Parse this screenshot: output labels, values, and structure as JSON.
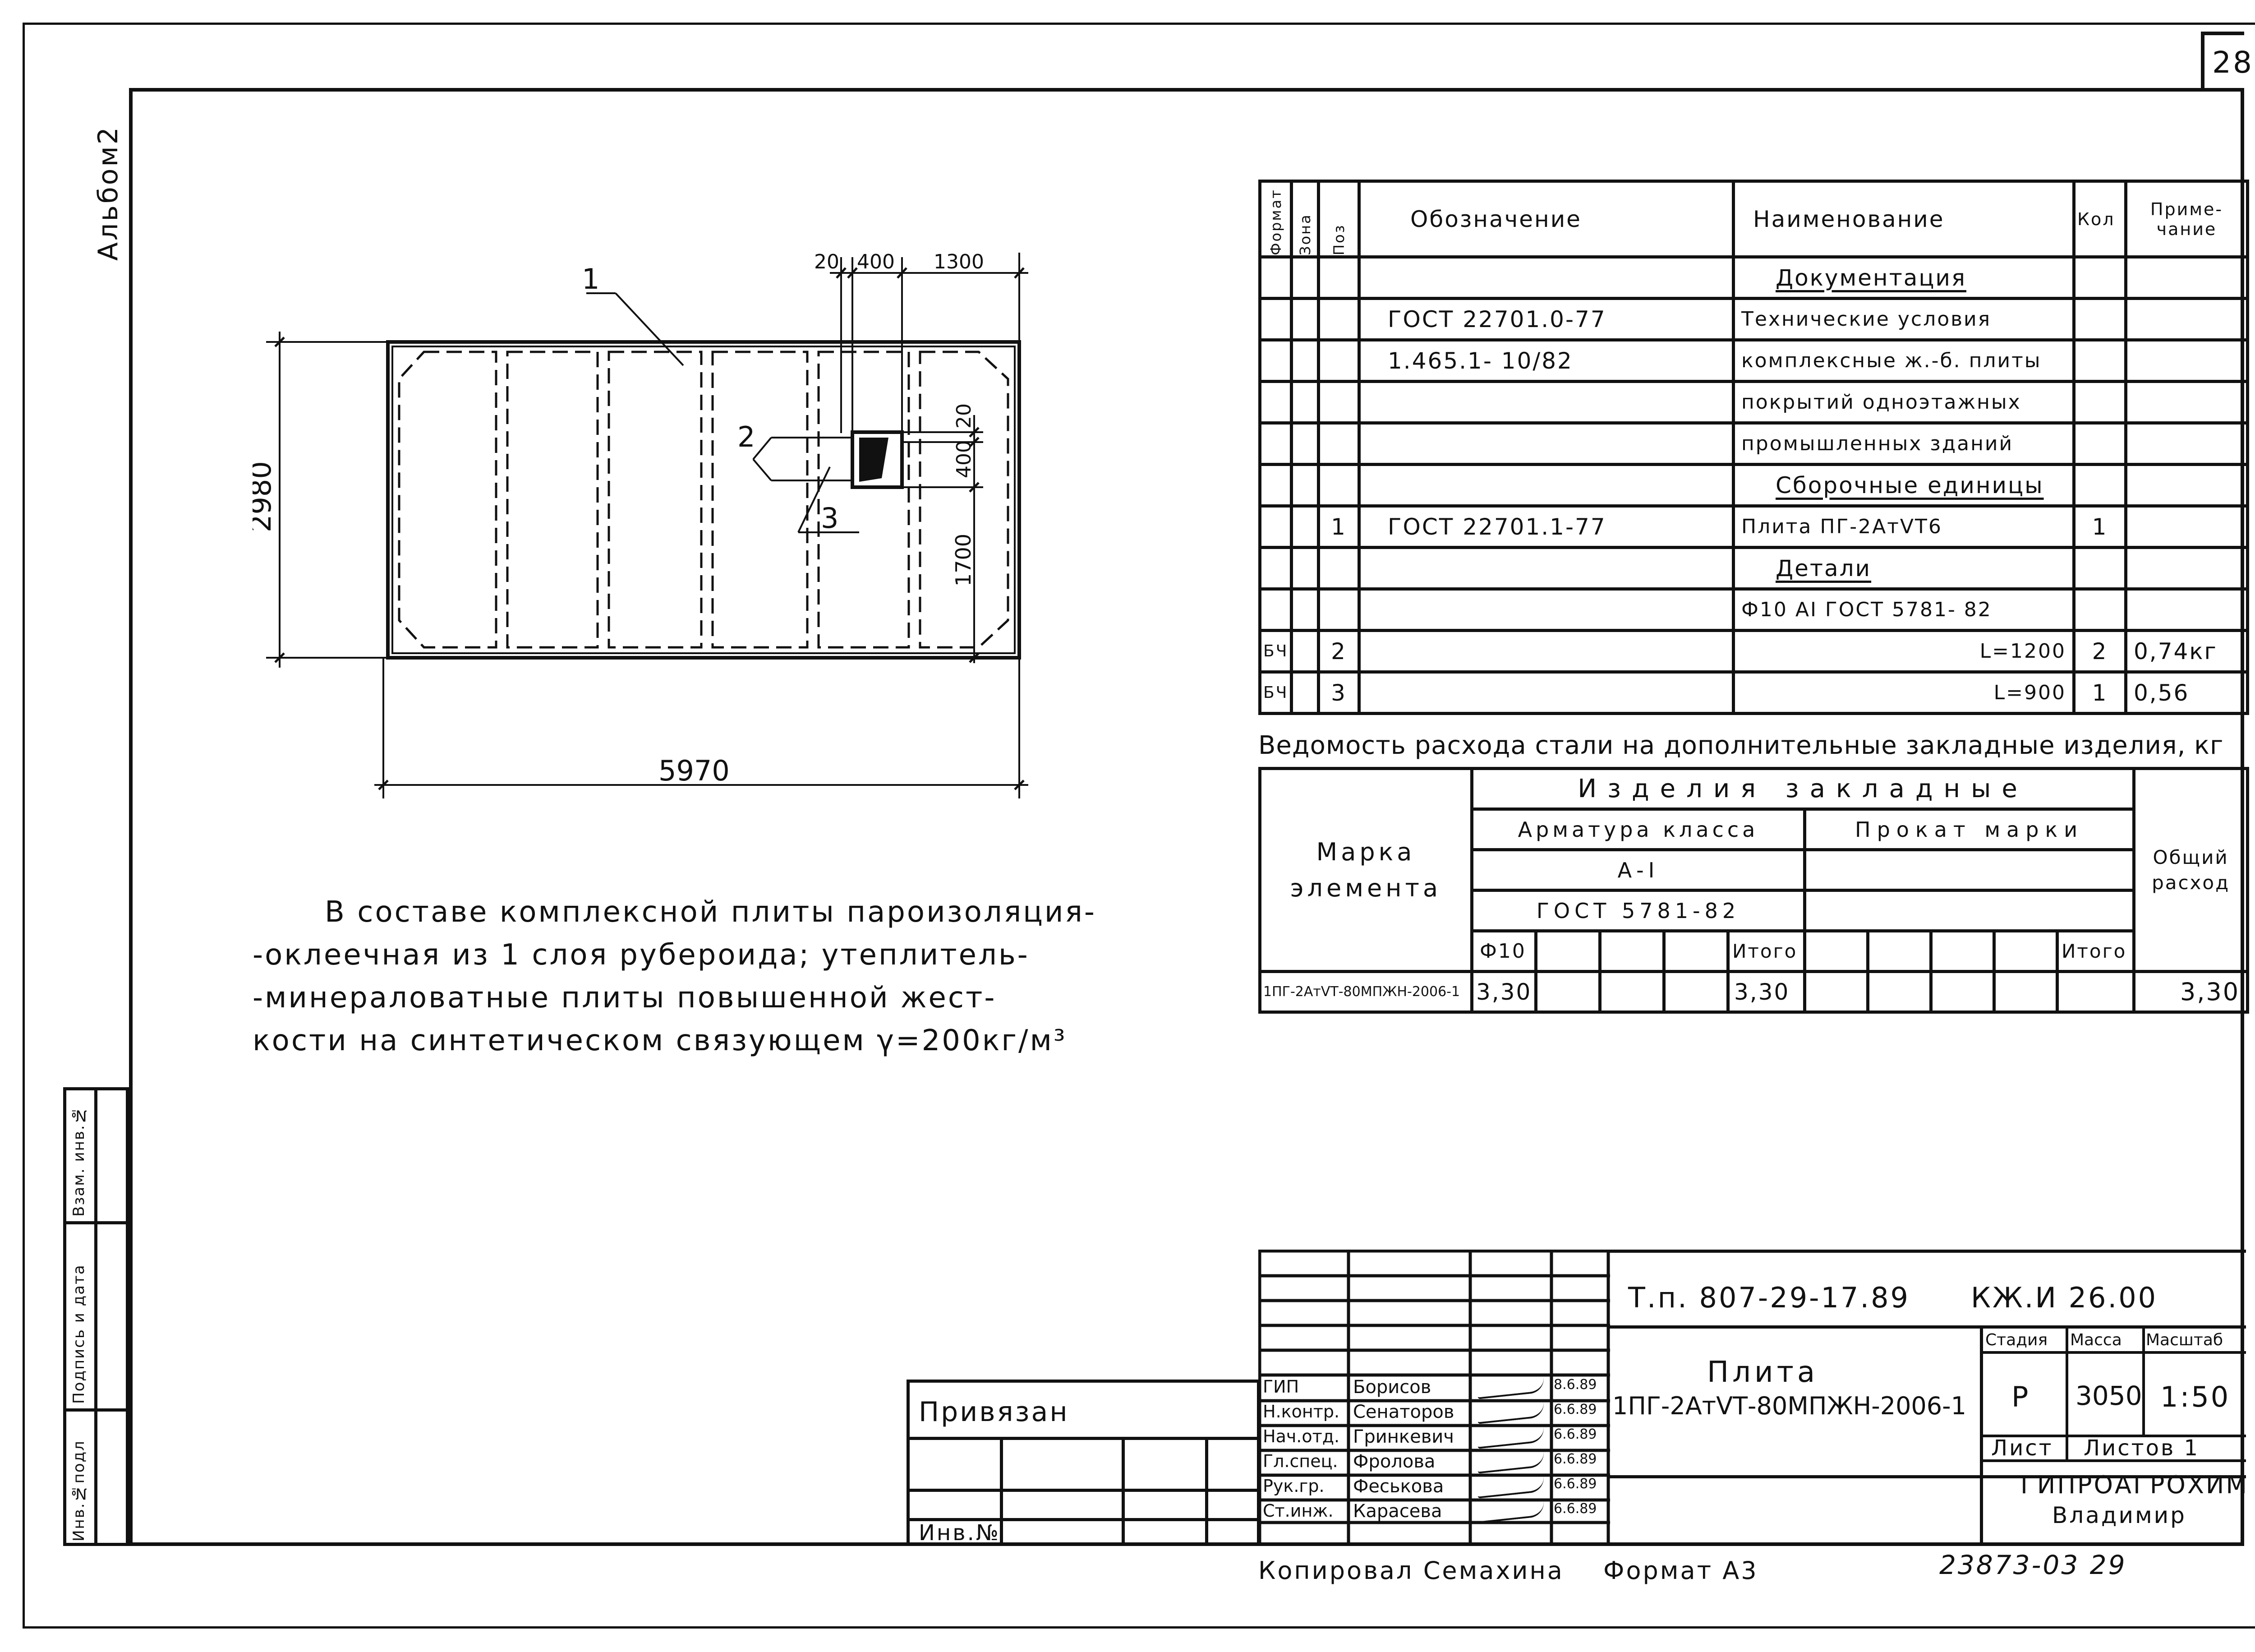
{
  "page_number": "28",
  "album_label": "Альбом2",
  "side_stamps": [
    "Инв.№подл",
    "Подпись и дата",
    "Взам. инв.№"
  ],
  "drawing": {
    "labels": {
      "pos1": "1",
      "pos2": "2",
      "pos3": "3"
    },
    "dims": {
      "top_20": "20",
      "top_400": "400",
      "top_1300": "1300",
      "right_20": "20",
      "right_400": "400",
      "right_1700": "1700",
      "left_2980": "2980",
      "bottom_5970": "5970"
    }
  },
  "spec_table": {
    "headers": {
      "format": "Формат",
      "zone": "Зона",
      "pos": "Поз",
      "designation": "Обозначение",
      "name": "Наименование",
      "qty": "Кол",
      "note": "Приме-чание"
    },
    "rows": [
      {
        "format": "",
        "pos": "",
        "designation": "",
        "name": "Документация",
        "qty": "",
        "note": "",
        "section": true
      },
      {
        "format": "",
        "pos": "",
        "designation": "ГОСТ 22701.0-77",
        "name": "Технические условия",
        "qty": "",
        "note": ""
      },
      {
        "format": "",
        "pos": "",
        "designation": "1.465.1- 10/82",
        "name": "комплексные ж.-б. плиты",
        "qty": "",
        "note": ""
      },
      {
        "format": "",
        "pos": "",
        "designation": "",
        "name": "покрытий одноэтажных",
        "qty": "",
        "note": ""
      },
      {
        "format": "",
        "pos": "",
        "designation": "",
        "name": "промышленных зданий",
        "qty": "",
        "note": ""
      },
      {
        "format": "",
        "pos": "",
        "designation": "",
        "name": "Сборочные единицы",
        "qty": "",
        "note": "",
        "section": true
      },
      {
        "format": "",
        "pos": "1",
        "designation": "ГОСТ 22701.1-77",
        "name": "Плита ПГ-2АтVТ6",
        "qty": "1",
        "note": ""
      },
      {
        "format": "",
        "pos": "",
        "designation": "",
        "name": "Детали",
        "qty": "",
        "note": "",
        "section": true
      },
      {
        "format": "",
        "pos": "",
        "designation": "",
        "name": "Ф10 АI ГОСТ 5781- 82",
        "qty": "",
        "note": ""
      },
      {
        "format": "БЧ",
        "pos": "2",
        "designation": "",
        "name": "L=1200",
        "qty": "2",
        "note": "0,74кг"
      },
      {
        "format": "БЧ",
        "pos": "3",
        "designation": "",
        "name": "L=900",
        "qty": "1",
        "note": "0,56"
      }
    ]
  },
  "steel_title": "Ведомость расхода стали на дополнительные закладные изделия, кг",
  "steel_table": {
    "mark_header": "Марка элемента",
    "group_header": "Изделия закладные",
    "rebar_header": "Арматура класса",
    "rebar_class": "А-I",
    "rebar_gost": "ГОСТ 5781-82",
    "rolled_header": "Прокат марки",
    "total_header": "Общий расход",
    "col_f10": "Ф10",
    "col_itogo1": "Итого",
    "col_itogo2": "Итого",
    "row_mark": "1ПГ-2АтVТ-80МПЖН-2006-1",
    "row_f10": "3,30",
    "row_itogo": "3,30",
    "row_total": "3,30"
  },
  "note_lines": [
    "В составе комплексной плиты пароизоляция-",
    "-оклеечная из 1 слоя рубероида; утеплитель-",
    "-минераловатные плиты повышенной жест-",
    "кости на синтетическом связующем γ=200кг/м³"
  ],
  "title_block": {
    "code": "Т.п. 807-29-17.89",
    "code2": "КЖ.И 26.00",
    "title_line1": "Плита",
    "title_line2": "1ПГ-2АтVТ-80МПЖН-2006-1",
    "stage_label": "Стадия",
    "mass_label": "Масса",
    "scale_label": "Масштаб",
    "stage": "Р",
    "mass": "3050",
    "scale": "1:50",
    "sheet_label": "Лист",
    "sheets_label": "Листов 1",
    "org_line1": "ГИПРОАГРОХИМ",
    "org_line2": "Владимир",
    "privyazan": "Привязан",
    "inv_no": "Инв.№",
    "staff": [
      {
        "role": "ГИП",
        "name": "Борисов",
        "date": "8.6.89"
      },
      {
        "role": "Н.контр.",
        "name": "Сенаторов",
        "date": "6.6.89"
      },
      {
        "role": "Нач.отд.",
        "name": "Гринкевич",
        "date": "6.6.89"
      },
      {
        "role": "Гл.спец.",
        "name": "Фролова",
        "date": "6.6.89"
      },
      {
        "role": "Рук.гр.",
        "name": "Феськова",
        "date": "6.6.89"
      },
      {
        "role": "Ст.инж.",
        "name": "Карасева",
        "date": "6.6.89"
      }
    ]
  },
  "footer": {
    "copied": "Копировал Семахина",
    "format": "Формат А3",
    "archive": "23873-03 29"
  }
}
